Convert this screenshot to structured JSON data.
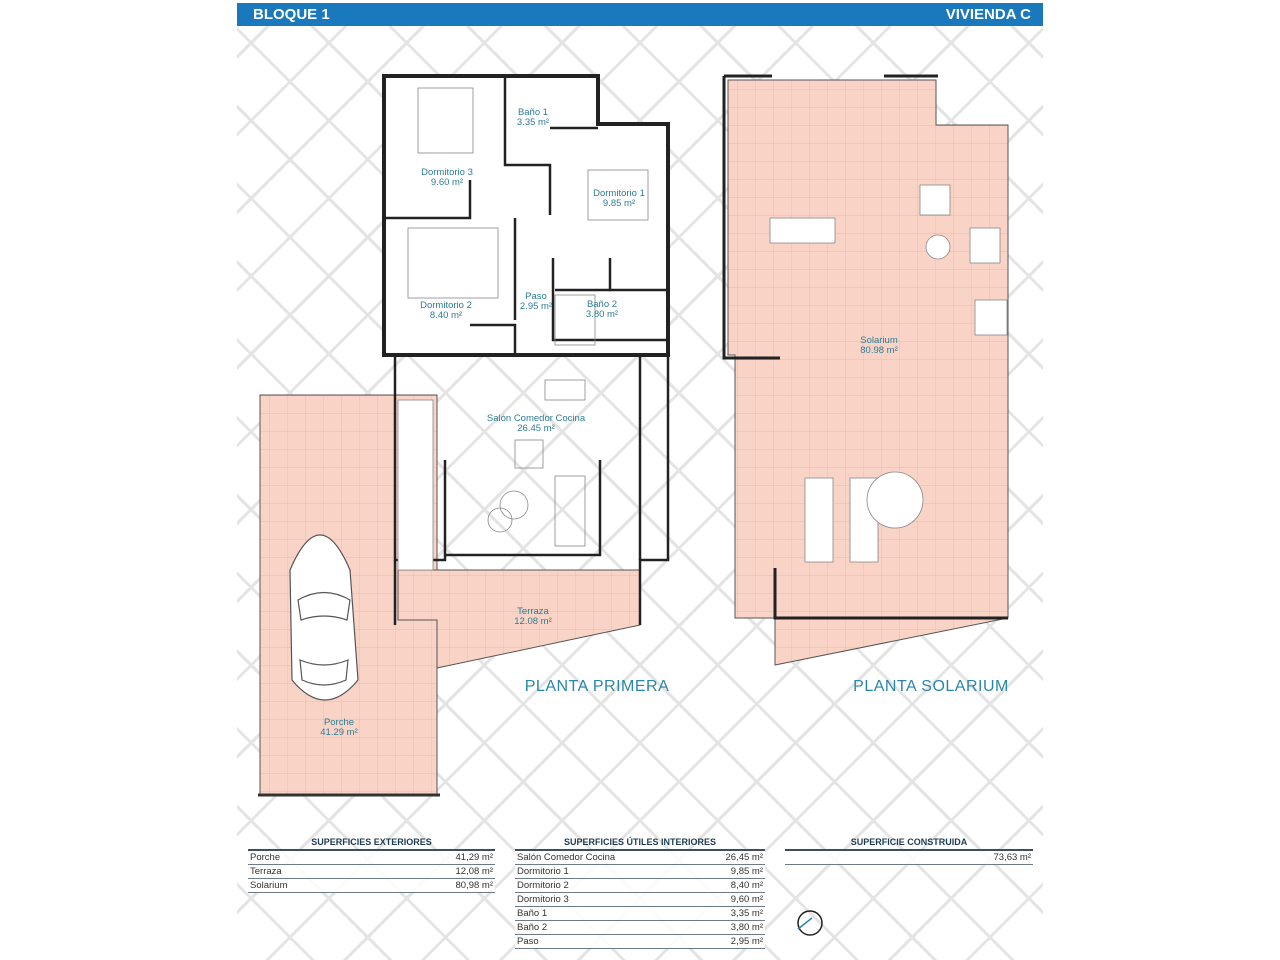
{
  "header": {
    "left": "BLOQUE 1",
    "right": "VIVIENDA C"
  },
  "plans": {
    "first_floor_title": "PLANTA PRIMERA",
    "solarium_title": "PLANTA SOLARIUM"
  },
  "rooms": {
    "bano1": {
      "name": "Baño 1",
      "area": "3.35 m²"
    },
    "dorm3": {
      "name": "Dormitorio 3",
      "area": "9.60 m²"
    },
    "dorm1": {
      "name": "Dormitorio 1",
      "area": "9.85 m²"
    },
    "dorm2": {
      "name": "Dormitorio 2",
      "area": "8.40 m²"
    },
    "paso": {
      "name": "Paso",
      "area": "2.95 m²"
    },
    "bano2": {
      "name": "Baño 2",
      "area": "3.80 m²"
    },
    "salon": {
      "name": "Salón Comedor Cocina",
      "area": "26.45 m²"
    },
    "terraza": {
      "name": "Terraza",
      "area": "12.08 m²"
    },
    "porche": {
      "name": "Porche",
      "area": "41.29 m²"
    },
    "solarium": {
      "name": "Solarium",
      "area": "80.98 m²"
    }
  },
  "tables": {
    "exteriores": {
      "title": "SUPERFICIES EXTERIORES",
      "rows": [
        {
          "label": "Porche",
          "value": "41,29 m²"
        },
        {
          "label": "Terraza",
          "value": "12,08 m²"
        },
        {
          "label": "Solarium",
          "value": "80,98 m²"
        }
      ]
    },
    "interiores": {
      "title": "SUPERFICIES ÚTILES INTERIORES",
      "rows": [
        {
          "label": "Salón Comedor Cocina",
          "value": "26,45 m²"
        },
        {
          "label": "Dormitorio 1",
          "value": "9,85 m²"
        },
        {
          "label": "Dormitorio 2",
          "value": "8,40 m²"
        },
        {
          "label": "Dormitorio 3",
          "value": "9,60 m²"
        },
        {
          "label": "Baño 1",
          "value": "3,35 m²"
        },
        {
          "label": "Baño 2",
          "value": "3,80 m²"
        },
        {
          "label": "Paso",
          "value": "2,95 m²"
        }
      ]
    },
    "construida": {
      "title": "SUPERFICIE CONSTRUIDA",
      "rows": [
        {
          "label": "",
          "value": "73,63 m²"
        }
      ]
    }
  },
  "colors": {
    "header": "#1a78bd",
    "floor_tile": "#f9d3c6",
    "wall": "#222222",
    "label": "#2d7d94"
  },
  "icons": {
    "compass": "north-arrow-icon",
    "car": "car-icon"
  }
}
